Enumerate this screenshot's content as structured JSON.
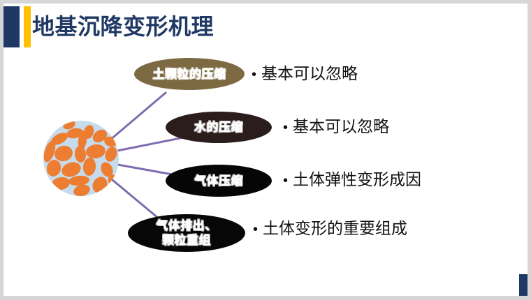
{
  "slide": {
    "title": "地基沉降变形机理",
    "accent_navy": "#1f3864",
    "accent_gold": "#ffc000",
    "connector_color": "#7e6cae",
    "frame_color": "#d6d6d6"
  },
  "diagram": {
    "source_node": {
      "name": "soil-particle-circle",
      "fill": "#c6dbeb",
      "particle_color": "#ed7d31"
    },
    "nodes": [
      {
        "id": "node-1",
        "label": "土颗粒的压缩",
        "label_line2": "",
        "fill": "#7d6a42",
        "bullet": "基本可以忽略",
        "bullet_marker": "•"
      },
      {
        "id": "node-2",
        "label": "水的压缩",
        "label_line2": "",
        "fill": "#2b1d1c",
        "bullet": "基本可以忽略",
        "bullet_marker": "•"
      },
      {
        "id": "node-3",
        "label": "气体压缩",
        "label_line2": "",
        "fill": "#060606",
        "bullet": "土体弹性变形成因",
        "bullet_marker": "•"
      },
      {
        "id": "node-4",
        "label": "气体排出、",
        "label_line2": "颗粒重组",
        "fill": "#070707",
        "bullet": "土体变形的重要组成",
        "bullet_marker": "•"
      }
    ]
  }
}
